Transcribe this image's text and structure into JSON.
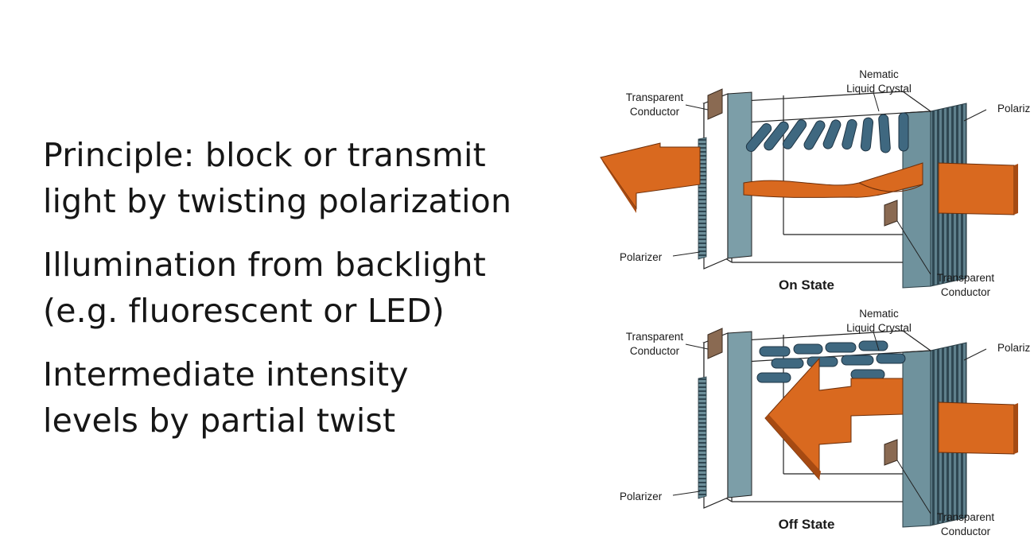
{
  "bullets": [
    {
      "line1": "Principle: block or transmit",
      "line2": "light by twisting polarization"
    },
    {
      "line1": "Illumination from backlight",
      "line2": "(e.g. fluorescent or LED)"
    },
    {
      "line1": "Intermediate intensity",
      "line2": "levels by partial twist"
    }
  ],
  "panels": [
    {
      "state": "On State",
      "nematic_line1": "Nematic",
      "nematic_line2": "Liquid Crystal",
      "tc_left_line1": "Transparent",
      "tc_left_line2": "Conductor",
      "polarizer_right": "Polariz",
      "polarizer_left": "Polarizer",
      "tc_right_line1": "Transparent",
      "tc_right_line2": "Conductor"
    },
    {
      "state": "Off State",
      "nematic_line1": "Nematic",
      "nematic_line2": "Liquid Crystal",
      "tc_left_line1": "Transparent",
      "tc_left_line2": "Conductor",
      "polarizer_right": "Polariz",
      "polarizer_left": "Polarizer",
      "tc_right_line1": "Transparent",
      "tc_right_line2": "Conductor"
    }
  ],
  "colors": {
    "light": "#d9691f",
    "crystal": "#3f6880",
    "conductor": "#8a6a52",
    "polarizer": "#6e8f9a"
  }
}
